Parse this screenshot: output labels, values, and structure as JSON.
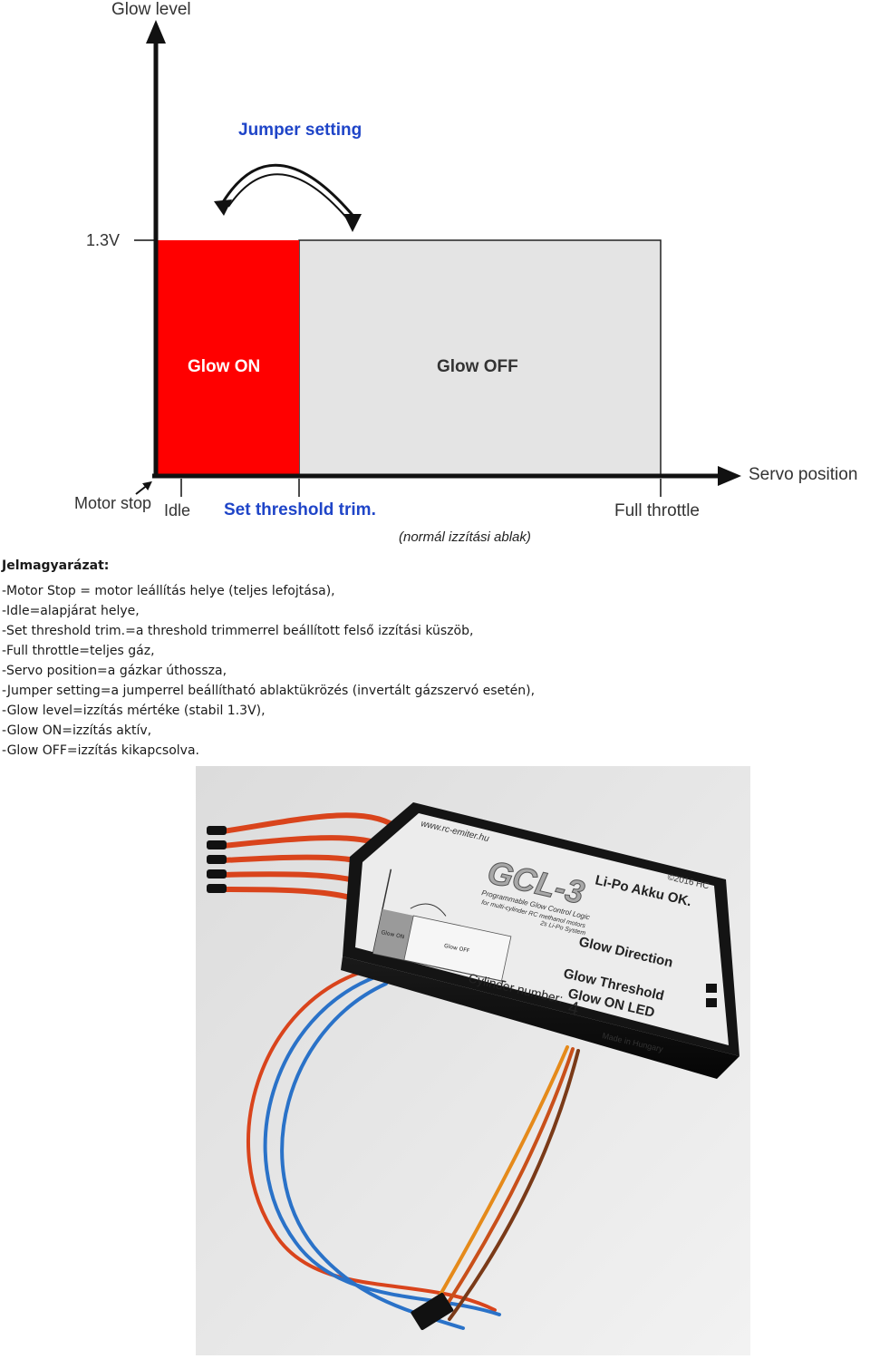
{
  "diagram": {
    "y_axis_label": "Glow level",
    "jumper_label": "Jumper setting",
    "voltage_label": "1.3V",
    "glow_on_label": "Glow ON",
    "glow_off_label": "Glow OFF",
    "x_axis_label": "Servo position",
    "motor_stop_label": "Motor stop",
    "idle_label": "Idle",
    "threshold_label": "Set threshold trim.",
    "full_throttle_label": "Full throttle",
    "window_note": "(normál izzítási ablak)",
    "colors": {
      "glow_on": "#ff0000",
      "glow_off": "#e4e4e4",
      "accent": "#1f45c8"
    }
  },
  "legend": {
    "title": "Jelmagyarázat:",
    "items": [
      "-Motor Stop = motor leállítás helye (teljes lefojtása),",
      "-Idle=alapjárat helye,",
      "-Set threshold trim.=a threshold trimmerrel beállított felső izzítási küszöb,",
      "-Full throttle=teljes gáz,",
      "-Servo position=a gázkar úthossza,",
      "-Jumper setting=a jumperrel beállítható ablaktükrözés (invertált gázszervó esetén),",
      "-Glow level=izzítás mértéke (stabil 1.3V),",
      "-Glow ON=izzítás aktív,",
      "-Glow OFF=izzítás kikapcsolva."
    ]
  },
  "photo": {
    "website": "www.rc-emiter.hu",
    "logo": "GCL-3",
    "subtitle_1": "Programmable Glow Control Logic",
    "subtitle_2": "for multi-cylinder RC methanol motors",
    "subtitle_3": "2s Li-Po System",
    "copyright": "©2016 HC",
    "lipo_label": "Li-Po Akku OK.",
    "glow_direction_label": "Glow Direction",
    "glow_threshold_label": "Glow Threshold",
    "glow_on_led_label": "Glow ON LED",
    "cylinder_label": "Cylinder number:",
    "cylinder_value": "4",
    "made_in": "Made in Hungary",
    "mini_glow_off": "Glow OFF",
    "mini_glow_on": "Glow ON"
  }
}
